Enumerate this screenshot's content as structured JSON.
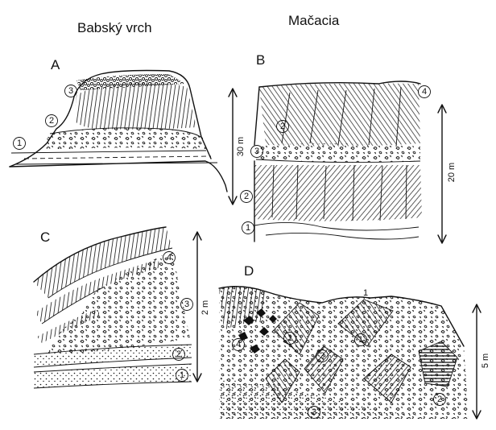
{
  "titles": {
    "left": "Babský vrch",
    "right": "Mačacia"
  },
  "panels": [
    {
      "letter": "A",
      "units": [
        "1",
        "2",
        "3"
      ],
      "scale": "30 m"
    },
    {
      "letter": "B",
      "units": [
        "1",
        "2",
        "3",
        "2",
        "4"
      ],
      "scale": "20 m"
    },
    {
      "letter": "C",
      "units": [
        "1",
        "2",
        "3",
        "4"
      ],
      "scale": "2 m"
    },
    {
      "letter": "D",
      "units": [
        "1",
        "1",
        "2",
        "3",
        "2",
        "4"
      ],
      "top_number": "1",
      "scale": "5 m"
    }
  ]
}
